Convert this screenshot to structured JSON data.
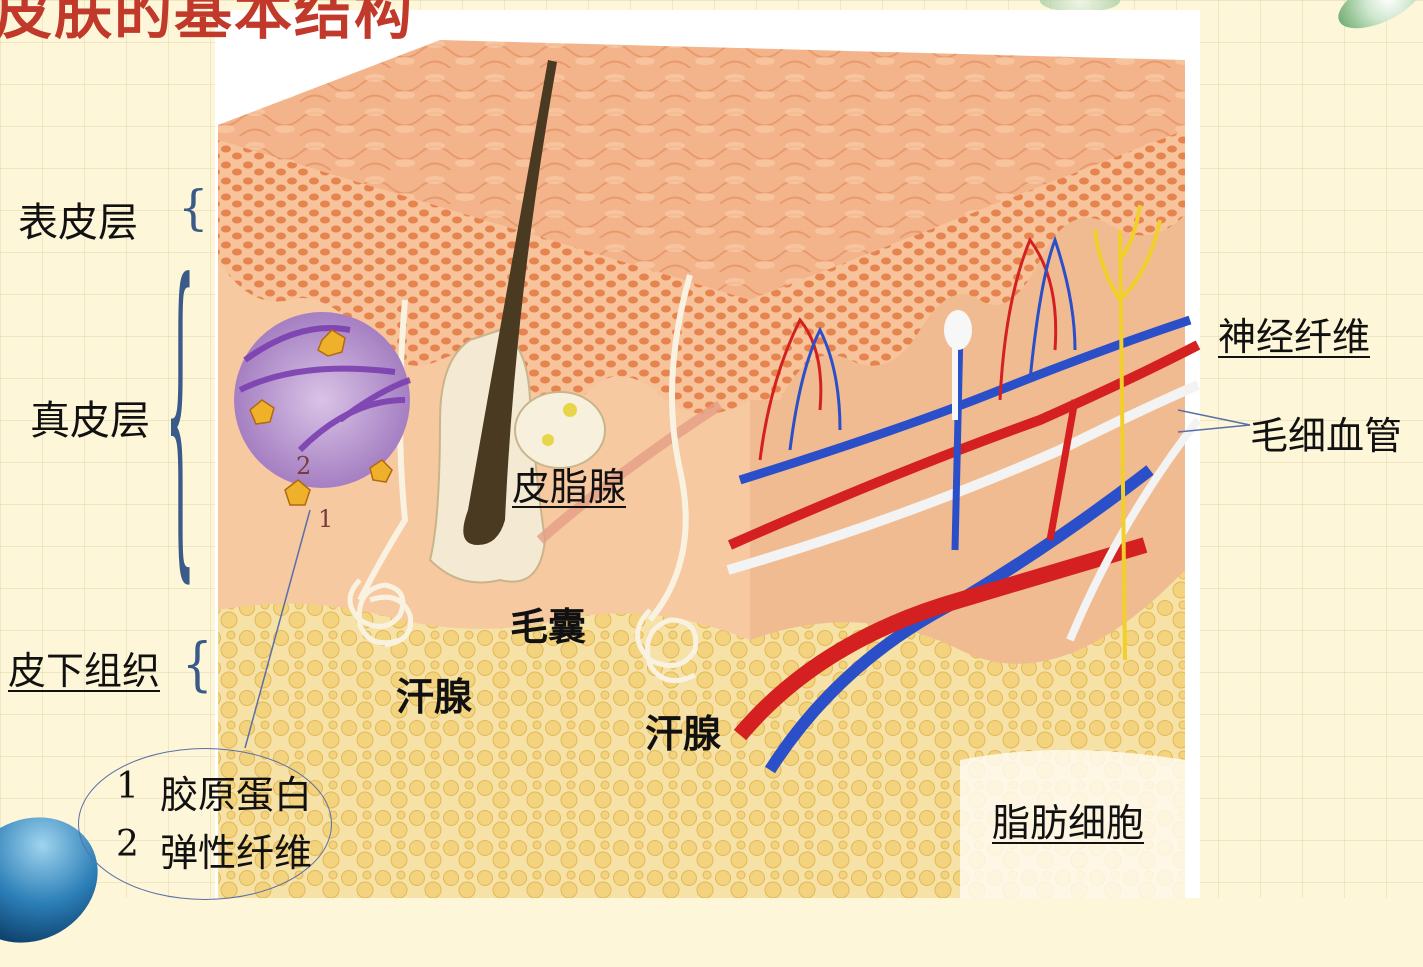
{
  "title": "皮肤的基本结构",
  "layers": {
    "epidermis": "表皮层",
    "dermis": "真皮层",
    "subcutaneous": "皮下组织"
  },
  "structures": {
    "sebaceous_gland": "皮脂腺",
    "hair_follicle": "毛囊",
    "sweat_gland_left": "汗腺",
    "sweat_gland_right": "汗腺",
    "fat_cells": "脂肪细胞",
    "nerve_fiber": "神经纤维",
    "capillary": "毛细血管"
  },
  "inset_markers": {
    "marker_1": "1",
    "marker_2": "2"
  },
  "legend": [
    {
      "num": "1",
      "text": "胶原蛋白"
    },
    {
      "num": "2",
      "text": "弹性纤维"
    }
  ],
  "colors": {
    "title": "#c0392b",
    "epidermis": "#f0a57a",
    "dermis": "#f6c9a0",
    "fat": "#f3dc8e",
    "artery": "#d42020",
    "vein": "#2a4fc8",
    "nerve": "#f2cf2a",
    "brace": "#3a5a8a"
  },
  "icons": [
    "blue-swoosh-decoration",
    "leaf-decoration"
  ]
}
